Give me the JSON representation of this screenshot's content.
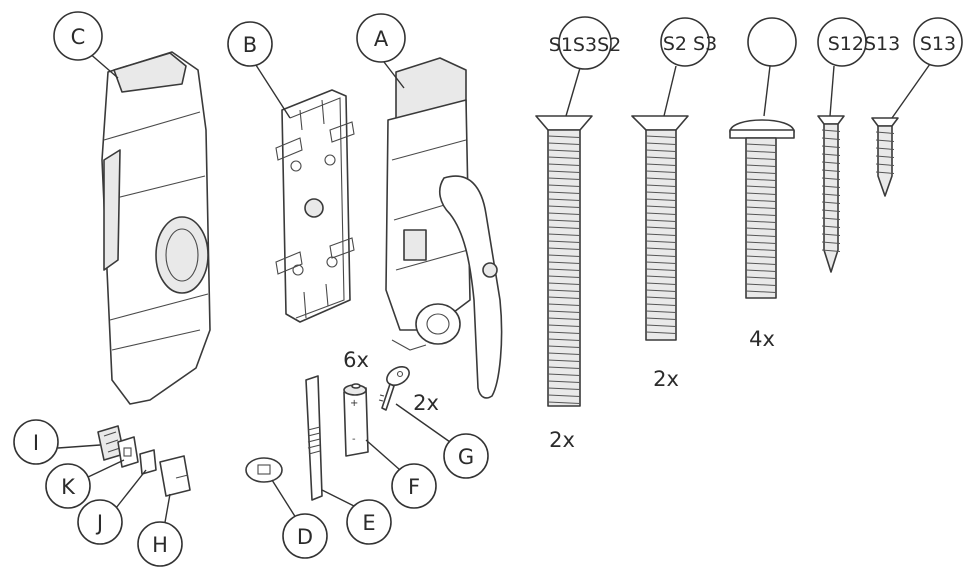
{
  "callouts": {
    "A": "A",
    "B": "B",
    "C": "C",
    "D": "D",
    "E": "E",
    "F": "F",
    "G": "G",
    "H": "H",
    "I": "I",
    "J": "J",
    "K": "K"
  },
  "screws": {
    "s1_label": "S1S3S2",
    "s2_label": "S2 S3",
    "s3_label": "",
    "s12_label": "S12S13",
    "s13_label": "S13"
  },
  "quantities": {
    "battery_qty": "6x",
    "key_qty": "2x",
    "s1_qty": "2x",
    "s2_qty": "2x",
    "s3_qty": "4x"
  },
  "colors": {
    "line": "#333333",
    "fill": "#ffffff",
    "shade": "#e9e9e9"
  }
}
